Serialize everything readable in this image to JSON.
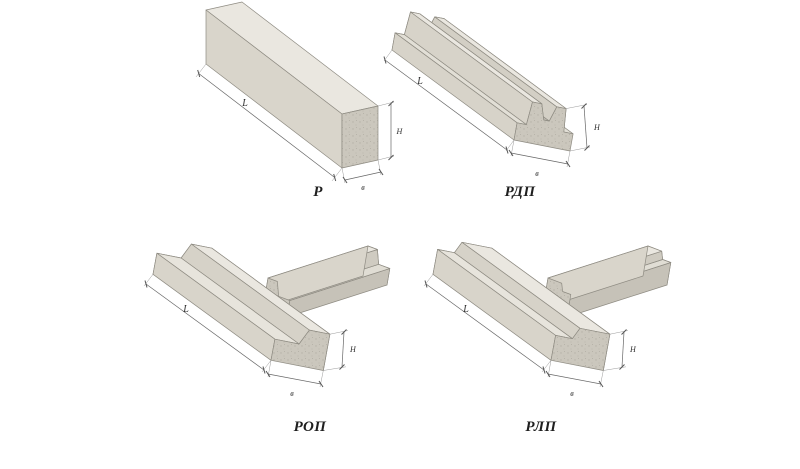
{
  "page": {
    "background": "#ffffff"
  },
  "figures": {
    "p": {
      "caption": "Р",
      "dim_length": "L",
      "dim_height": "H",
      "dim_width": "в"
    },
    "rdp": {
      "caption": "РДП",
      "dim_length": "L",
      "dim_height": "H",
      "dim_width": "в"
    },
    "rop": {
      "caption": "РОП",
      "dim_length": "L",
      "dim_height": "H",
      "dim_width": "в"
    },
    "rlp": {
      "caption": "РЛП",
      "dim_length": "L",
      "dim_height": "H",
      "dim_width": "в"
    }
  },
  "colors": {
    "top_face": "#eae7e0",
    "side_face": "#d8d4ca",
    "end_face": "#cbc7bd",
    "shadow_face": "#aeaaa0",
    "outline": "#8e8b82",
    "dimension_line": "#666666",
    "label_text": "#2e2e2e",
    "caption_text": "#1f1f1f"
  }
}
